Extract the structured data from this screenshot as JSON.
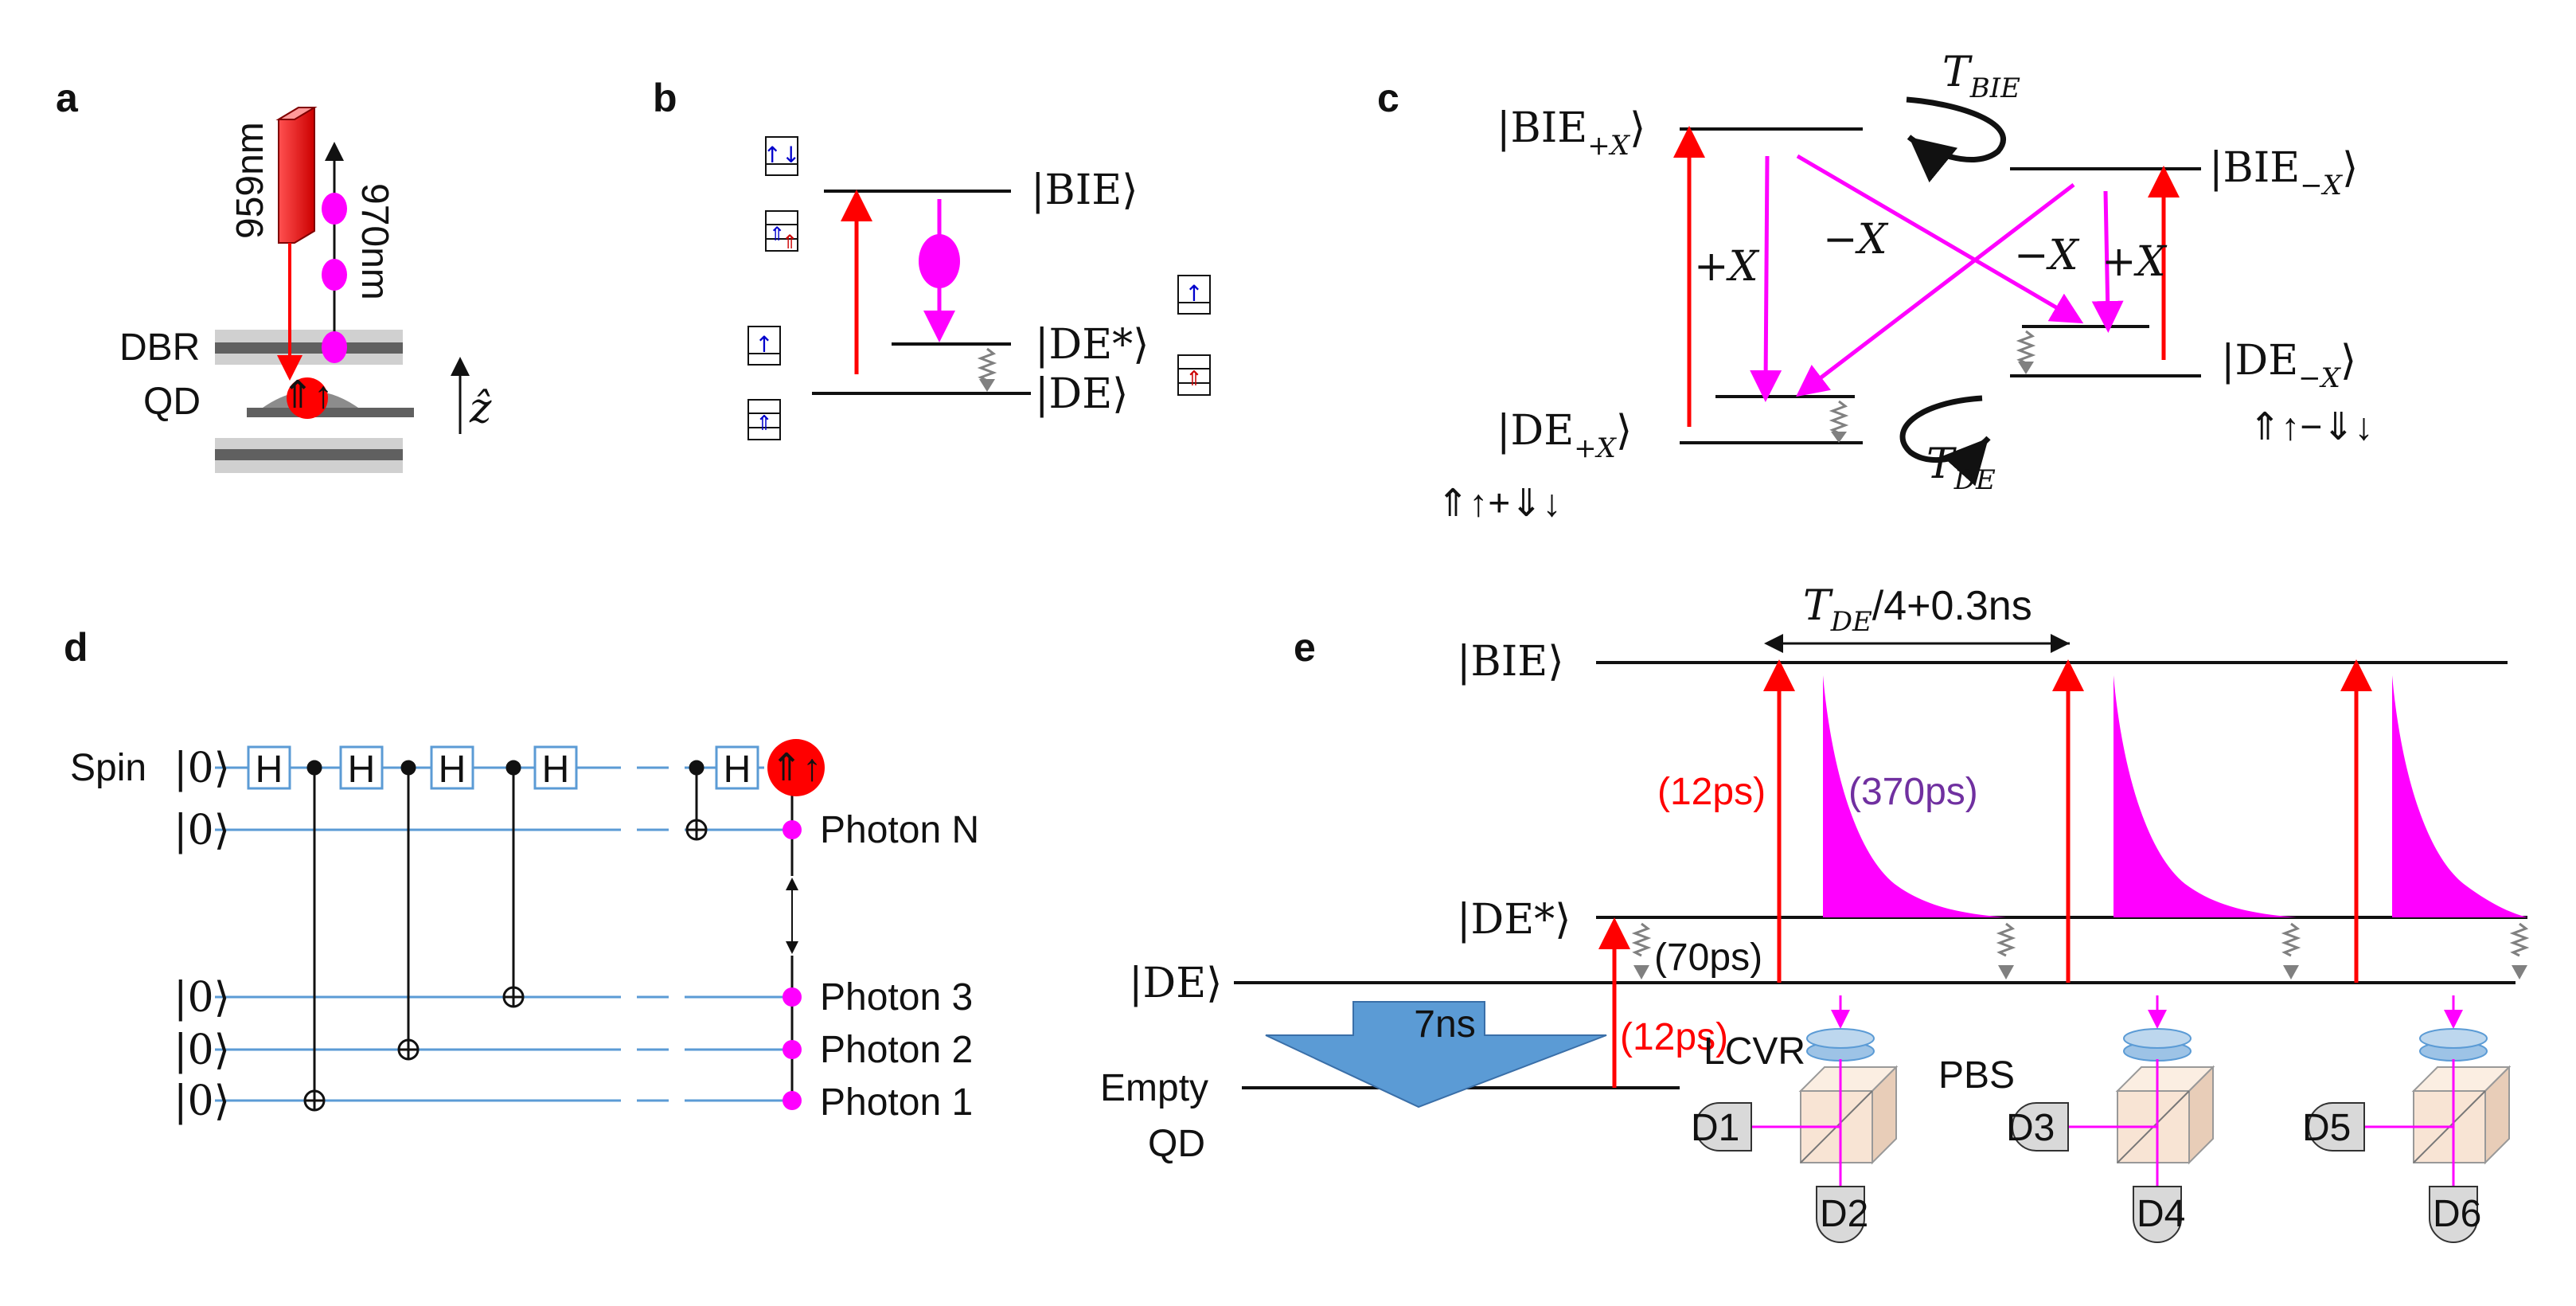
{
  "panels": {
    "a": "a",
    "b": "b",
    "c": "c",
    "d": "d",
    "e": "e"
  },
  "panel_a": {
    "laser_label": "959nm",
    "emission_label": "970nm",
    "dbr_label": "DBR",
    "qd_label": "QD",
    "axis_label": "ẑ",
    "spin_symbol": "⇑↑"
  },
  "panel_b": {
    "bie": "|BIE⟩",
    "de_star": "|DE*⟩",
    "de": "|DE⟩"
  },
  "panel_c": {
    "bie_px_main": "|BIE",
    "bie_px_sub": "+X",
    "bie_mx_main": "|BIE",
    "bie_mx_sub": "−X",
    "de_px_main": "|DE",
    "de_px_sub": "+X",
    "de_mx_main": "|DE",
    "de_mx_sub": "−X",
    "t_bie_main": "T",
    "t_bie_sub": "BIE",
    "t_de_main": "T",
    "t_de_sub": "DE",
    "plus_x_left": "+X",
    "minus_x_left": "−X",
    "minus_x_right": "−X",
    "plus_x_right": "+X",
    "state_plus": "⇑↑+⇓↓",
    "state_minus": "⇑↑−⇓↓"
  },
  "panel_d": {
    "spin_label": "Spin",
    "zero_ket": "|0⟩",
    "hadamard": "H",
    "spin_symbol": "⇑↑",
    "photon_n": "Photon N",
    "photon_3": "Photon 3",
    "photon_2": "Photon 2",
    "photon_1": "Photon 1"
  },
  "panel_e": {
    "period_main": "T",
    "period_sub": "DE",
    "period_rest": "/4+0.3ns",
    "bie": "|BIE⟩",
    "de_star": "|DE*⟩",
    "de": "|DE⟩",
    "empty": "Empty",
    "qd": "QD",
    "pulse_12ps_top": "(12ps)",
    "decay_370ps": "(370ps)",
    "relax_70ps": "(70ps)",
    "pulse_12ps_bottom": "(12ps)",
    "arrow_7ns": "7ns",
    "lcvr": "LCVR",
    "pbs": "PBS",
    "detectors": [
      "D1",
      "D2",
      "D3",
      "D4",
      "D5",
      "D6"
    ]
  },
  "colors": {
    "laser_red": "#ff0000",
    "photon_magenta": "#ff00ff",
    "decay_purple": "#7030a0",
    "relax_gray": "#808080",
    "wire_blue": "#5b9bd5",
    "arrow_blue": "#5b9bd5",
    "pbs_tan": "#f2dccb",
    "detector_gray": "#d9d9d9"
  }
}
